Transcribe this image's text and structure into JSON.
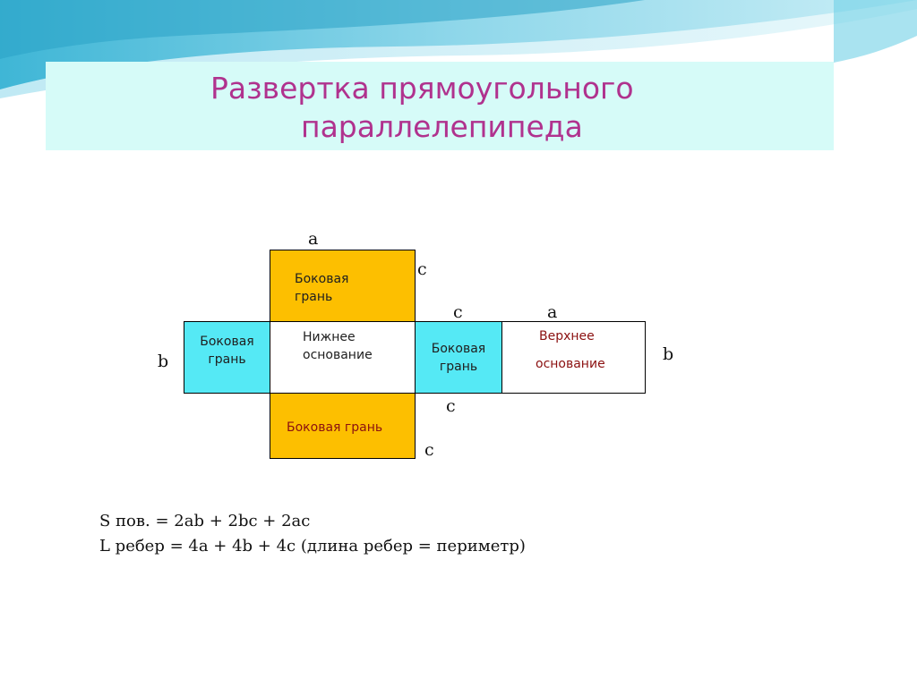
{
  "title": {
    "line1": "Развертка прямоугольного",
    "line2": "параллелепипеда"
  },
  "faces": {
    "top_side": "Боковая\nгрань",
    "left_side": "Боковая\nгрань",
    "bottom_base": "Нижнее\nоснование",
    "right_side": "Боковая\nгрань",
    "top_base_line1": "Верхнее",
    "top_base_line2": "основание",
    "bottom_side": "Боковая грань"
  },
  "dimensions": {
    "a_top": "a",
    "c_top_right": "c",
    "c_mid": "c",
    "a_mid": "a",
    "b_left": "b",
    "b_right": "b",
    "c_below": "c",
    "c_bottom": "c"
  },
  "formulas": {
    "surface": "S пов. = 2ab + 2bc + 2ac",
    "edges": "L ребер = 4a + 4b + 4c (длина ребер = периметр)"
  },
  "colors": {
    "side_face": "#fdbf00",
    "side_face_alt": "#55e9f5",
    "title_text": "#b0328e",
    "title_bg": "#d6fbf8"
  }
}
